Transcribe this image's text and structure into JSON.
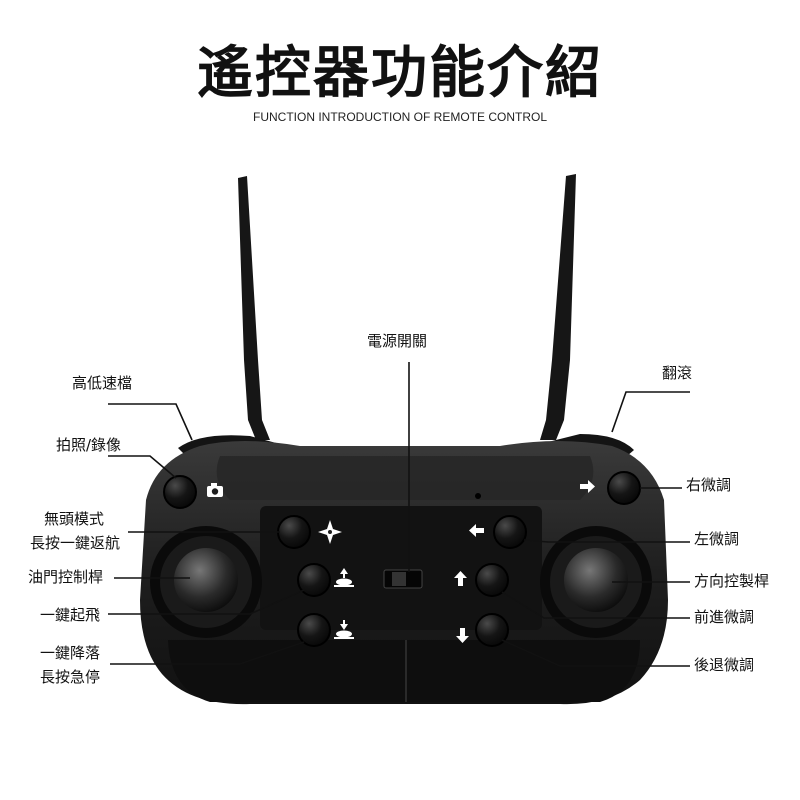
{
  "title": "遙控器功能介紹",
  "subtitle": "FUNCTION INTRODUCTION OF REMOTE CONTROL",
  "labels": {
    "power": "電源開關",
    "speed": "高低速檔",
    "photo": "拍照/錄像",
    "headless_1": "無頭模式",
    "headless_2": "長按一鍵返航",
    "throttle": "油門控制桿",
    "takeoff": "一鍵起飛",
    "land_1": "一鍵降落",
    "land_2": "長按急停",
    "roll": "翻滾",
    "right_trim": "右微調",
    "left_trim": "左微調",
    "direction": "方向控製桿",
    "forward_trim": "前進微調",
    "backward_trim": "後退微調"
  },
  "icons": {
    "camera": "camera-icon",
    "headless": "compass-icon",
    "takeoff": "drone-takeoff-icon",
    "land": "drone-land-icon",
    "right": "arrow-right-icon",
    "left": "arrow-left-icon",
    "up": "arrow-up-icon",
    "down": "arrow-down-icon"
  },
  "colors": {
    "body": "#1c1c1c",
    "button": "#0d0d0d",
    "line": "#111111"
  }
}
